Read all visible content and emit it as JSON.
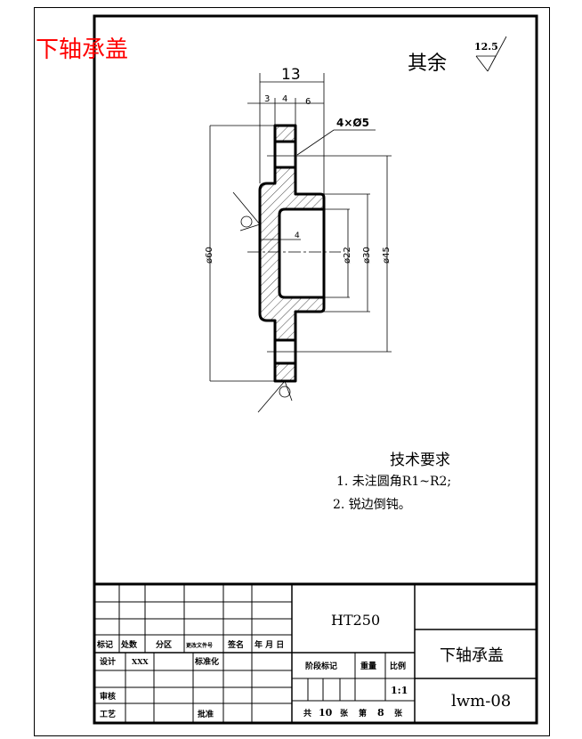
{
  "drawing_title": "下轴承盖",
  "title_color": "#ff0000",
  "surface_note": {
    "label": "其余",
    "roughness": "12.5"
  },
  "dimensions": {
    "overall_width": "13",
    "step_a": "3",
    "step_b": "4",
    "step_c": "6",
    "bore_depth": "4",
    "holes": "4×Ø5",
    "dia_60": "ø60",
    "dia_45": "ø45",
    "dia_30": "ø30",
    "dia_22": "ø22"
  },
  "technical_requirements": {
    "heading": "技术要求",
    "items": [
      "1. 未注圆角R1~R2;",
      "2. 锐边倒钝。"
    ]
  },
  "title_block": {
    "material": "HT250",
    "part_name": "下轴承盖",
    "drawing_number": "lwm-08",
    "revision_headers": [
      "标记",
      "处数",
      "分区",
      "更改文件号",
      "签名",
      "年 月 日"
    ],
    "design_label": "设计",
    "designer": "XXX",
    "standardization_label": "标准化",
    "review_label": "审核",
    "process_label": "工艺",
    "approve_label": "批准",
    "stage_label": "阶段标记",
    "weight_label": "重量",
    "scale_label": "比例",
    "scale": "1:1",
    "sheets": {
      "total_prefix": "共",
      "total": "10",
      "total_unit": "张",
      "current_prefix": "第",
      "current": "8",
      "current_unit": "张"
    }
  }
}
